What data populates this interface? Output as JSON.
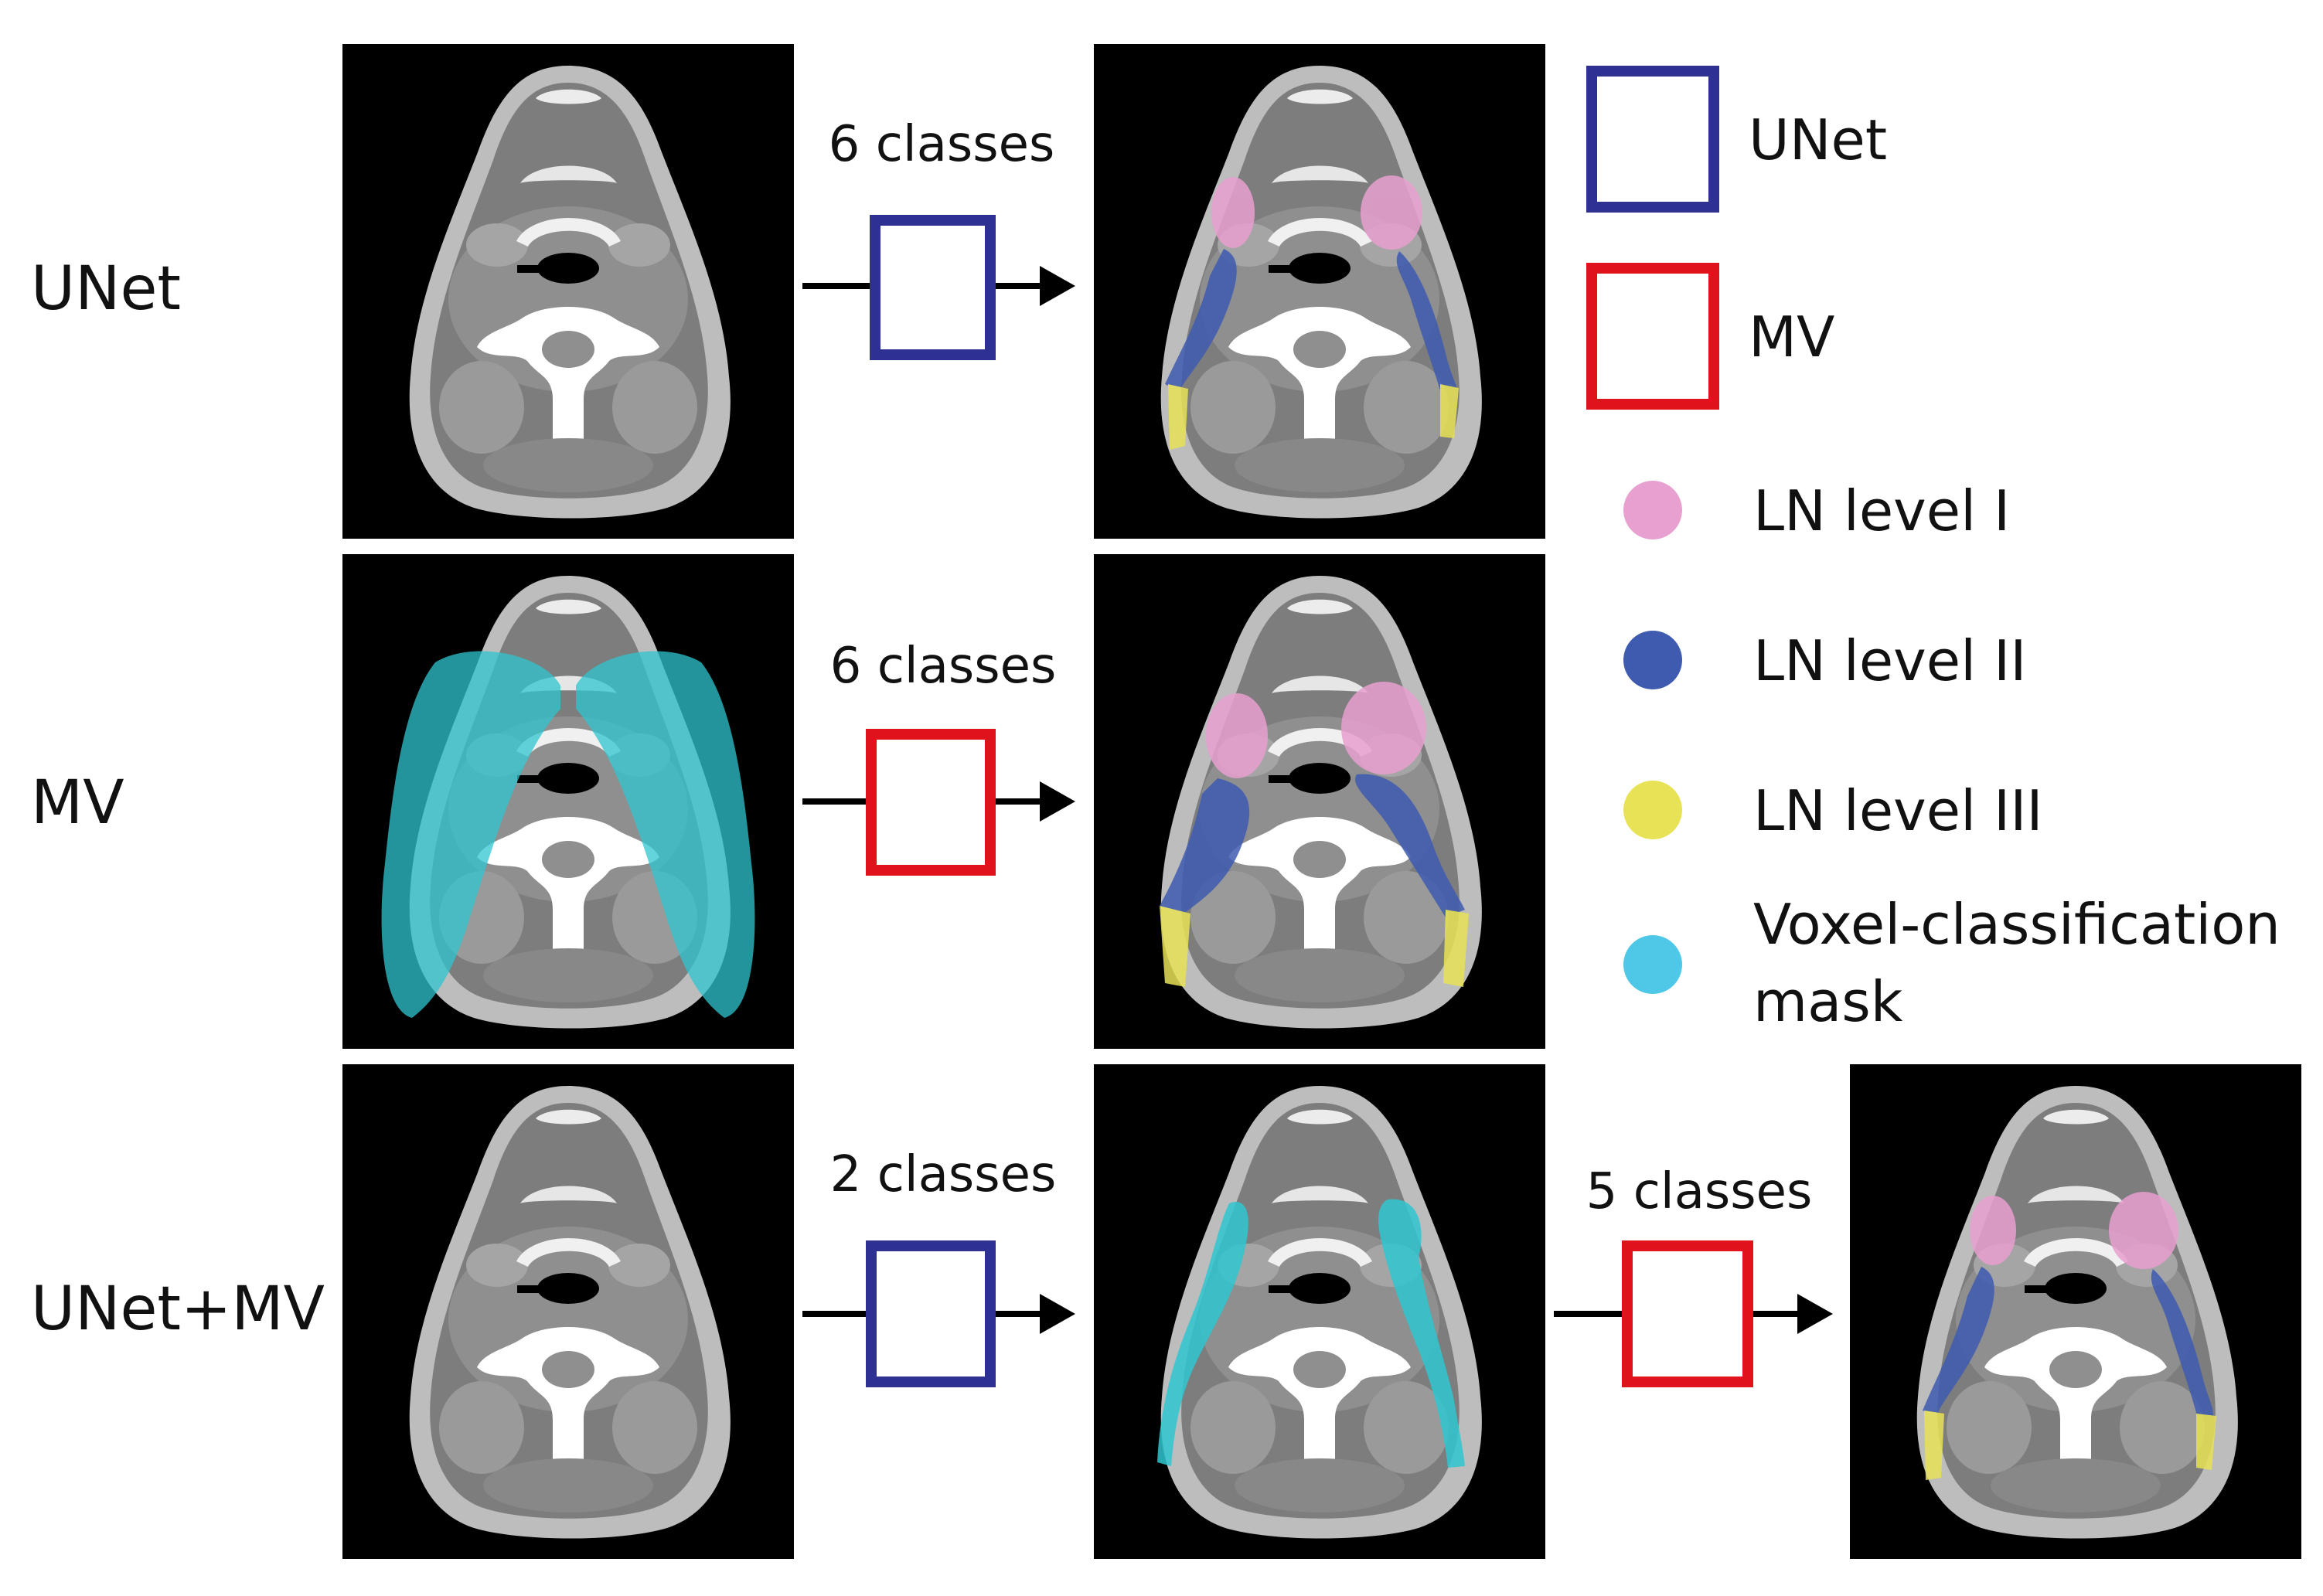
{
  "colors": {
    "unet": "#2e3192",
    "mv": "#e0121b",
    "ln_level_1": "#e8a0d0",
    "ln_level_2": "#3e5bb0",
    "ln_level_3": "#e8e256",
    "voxel_mask": "#4fc8e8"
  },
  "rows": [
    {
      "label": "UNet",
      "step1_label": "6 classes",
      "step1_model": "unet"
    },
    {
      "label": "MV",
      "step1_label": "6 classes",
      "step1_model": "mv"
    },
    {
      "label": "UNet+MV",
      "step1_label": "2 classes",
      "step1_model": "unet",
      "step2_label": "5 classes",
      "step2_model": "mv"
    }
  ],
  "legend": {
    "unet": "UNet",
    "mv": "MV",
    "ln_level_1": "LN level I",
    "ln_level_2": "LN level II",
    "ln_level_3": "LN level III",
    "voxel_mask_line1": "Voxel-classification",
    "voxel_mask_line2": "mask"
  },
  "panels": [
    {
      "id": "unet-input",
      "overlay": "none"
    },
    {
      "id": "unet-output",
      "overlay": "ln-thin"
    },
    {
      "id": "mv-input",
      "overlay": "voxel-mask-wide"
    },
    {
      "id": "mv-output",
      "overlay": "ln-thick"
    },
    {
      "id": "unetmv-input",
      "overlay": "none"
    },
    {
      "id": "unetmv-intermediate",
      "overlay": "voxel-mask-narrow"
    },
    {
      "id": "unetmv-output",
      "overlay": "ln-thin"
    }
  ]
}
